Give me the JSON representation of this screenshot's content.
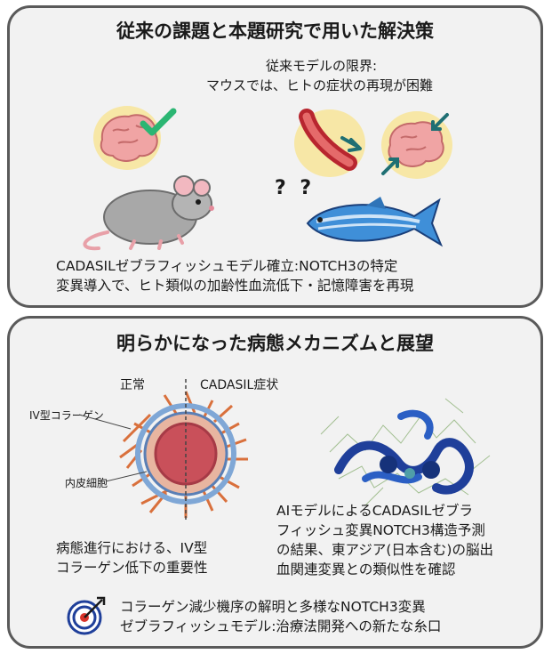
{
  "top": {
    "title": "従来の課題と本題研究で用いた解決策",
    "limit_line1": "従来モデルの限界:",
    "limit_line2": "マウスでは、ヒトの症状の再現が困難",
    "question_marks": "? ?",
    "result_line1": "CADASILゼブラフィッシュモデル確立:NOTCH3の特定",
    "result_line2": "変異導入で、ヒト類似の加齢性血流低下・記憶障害を再現"
  },
  "bottom": {
    "title": "明らかになった病態メカニズムと展望",
    "label_normal": "正常",
    "label_cadasil": "CADASIL症状",
    "label_collagen": "IV型コラーゲン",
    "label_endothelial": "内皮細胞",
    "left_text_line1": "病態進行における、IV型",
    "left_text_line2": "コラーゲン低下の重要性",
    "right_text_line1": "AIモデルによるCADASILゼブラ",
    "right_text_line2": "フィッシュ変異NOTCH3構造予測",
    "right_text_line3": "の結果、東アジア(日本含む)の脳出",
    "right_text_line4": "血関連変異との類似性を確認",
    "outlook_line1": "コラーゲン減少機序の解明と多様なNOTCH3変異",
    "outlook_line2": "ゼブラフィッシュモデル:治療法開発への新たな糸口"
  },
  "colors": {
    "panel_border": "#5a5a5a",
    "panel_fill": "#f2f2f2",
    "brain_pink": "#f0a4a4",
    "check_green": "#2bb673",
    "fish_blue": "#3f8fd8",
    "mouse_gray": "#a8a8a8",
    "arrow_teal": "#1f6f73",
    "protein_blue": "#1f3f9a",
    "collagen_orange": "#d9703c"
  },
  "icons": [
    "brain-check-icon",
    "mouse-icon",
    "blood-vessel-icon",
    "brain-arrows-icon",
    "zebrafish-icon",
    "vessel-cross-section-icon",
    "protein-structure-icon",
    "target-icon"
  ]
}
